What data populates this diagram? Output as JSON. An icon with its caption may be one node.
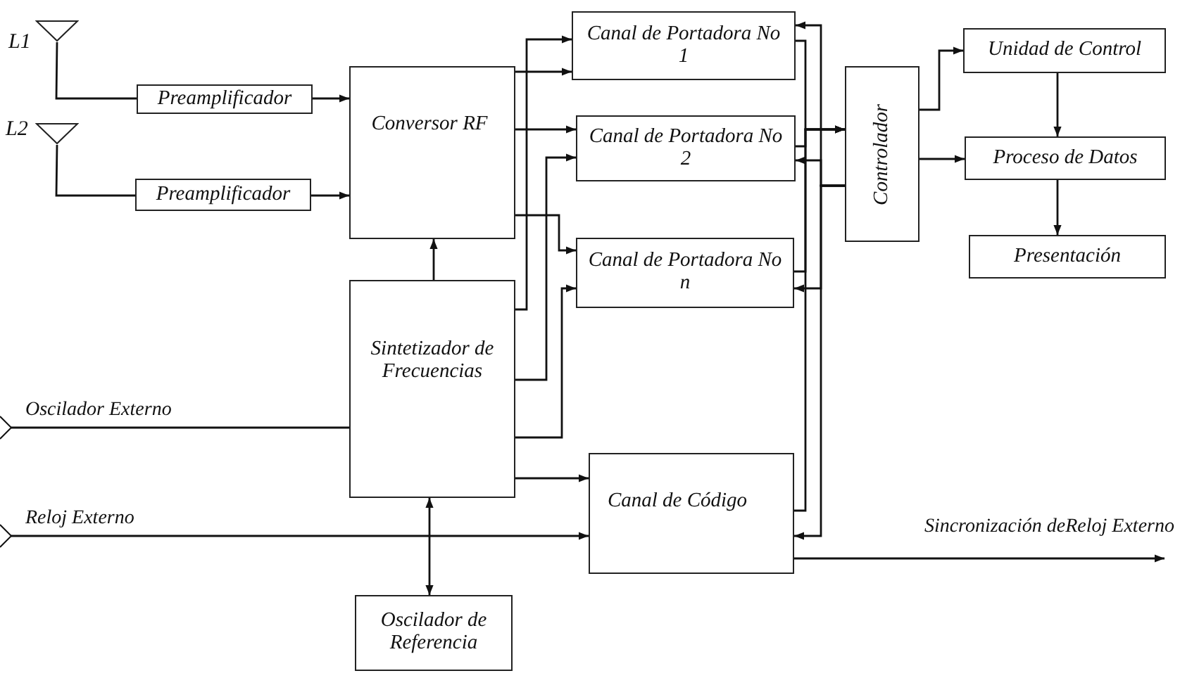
{
  "diagram": {
    "nodes": [
      {
        "text": [],
        "shape": "antenna",
        "beside": [
          "L1"
        ]
      },
      {
        "text": [],
        "shape": "antenna",
        "beside": [
          "L2"
        ]
      },
      {
        "text": [
          "Preamplificador"
        ]
      },
      {
        "text": [
          "Preamplificador"
        ]
      },
      {
        "text": [
          "Conversor RF"
        ]
      },
      {
        "text": [
          "Canal de Portadora No 1"
        ]
      },
      {
        "text": [
          "Canal de Portadora No 2"
        ]
      },
      {
        "text": [
          "Canal de Portadora No n"
        ]
      },
      {
        "text": [
          "Controlador"
        ]
      },
      {
        "text": [
          "Unidad de Control"
        ]
      },
      {
        "text": [
          "Proceso de Datos"
        ]
      },
      {
        "text": [
          "Presentación"
        ]
      },
      {
        "text": [
          "Sintetizador de Frecuencias"
        ]
      },
      {
        "text": [
          "Canal de Código"
        ]
      },
      {
        "text": [
          "Oscilador de Referencia"
        ]
      }
    ],
    "edges": [
      {
        "from": 0,
        "to": 2,
        "arrow": "none"
      },
      {
        "from": 1,
        "to": 3,
        "arrow": "none"
      },
      {
        "from": 2,
        "to": 4,
        "arrow": "to"
      },
      {
        "from": 3,
        "to": 4,
        "arrow": "to"
      },
      {
        "from": 12,
        "to": 4,
        "arrow": "to"
      },
      {
        "from": 4,
        "to": 5,
        "arrow": "to"
      },
      {
        "from": 12,
        "to": 5,
        "arrow": "to"
      },
      {
        "from": 4,
        "to": 6,
        "arrow": "to"
      },
      {
        "from": 12,
        "to": 6,
        "arrow": "to"
      },
      {
        "from": 4,
        "to": 7,
        "arrow": "to"
      },
      {
        "from": 12,
        "to": 7,
        "arrow": "to"
      },
      {
        "from": 12,
        "to": 13,
        "arrow": "to"
      },
      {
        "from": 5,
        "to": 8,
        "arrow": "to"
      },
      {
        "from": 6,
        "to": 8,
        "arrow": "to"
      },
      {
        "from": 7,
        "to": 8,
        "arrow": "to"
      },
      {
        "from": 13,
        "to": 8,
        "arrow": "to"
      },
      {
        "from": 8,
        "to": 5,
        "arrow": "to"
      },
      {
        "from": 8,
        "to": 6,
        "arrow": "to"
      },
      {
        "from": 8,
        "to": 7,
        "arrow": "to"
      },
      {
        "from": 8,
        "to": 13,
        "arrow": "to"
      },
      {
        "from": 8,
        "to": 9,
        "arrow": "to"
      },
      {
        "from": 8,
        "to": 10,
        "arrow": "to"
      },
      {
        "from": 9,
        "to": 10,
        "arrow": "to"
      },
      {
        "from": 10,
        "to": 11,
        "arrow": "to"
      },
      {
        "from": 12,
        "to": 14,
        "arrow": "both"
      },
      {
        "from": null,
        "to": 12,
        "arrow": "other",
        "label": "Oscilador Externo"
      },
      {
        "from": null,
        "to": 13,
        "arrow": "to",
        "label": "Reloj Externo"
      },
      {
        "from": 13,
        "to": null,
        "arrow": "to",
        "label": "Sincronización deReloj Externo"
      }
    ]
  }
}
